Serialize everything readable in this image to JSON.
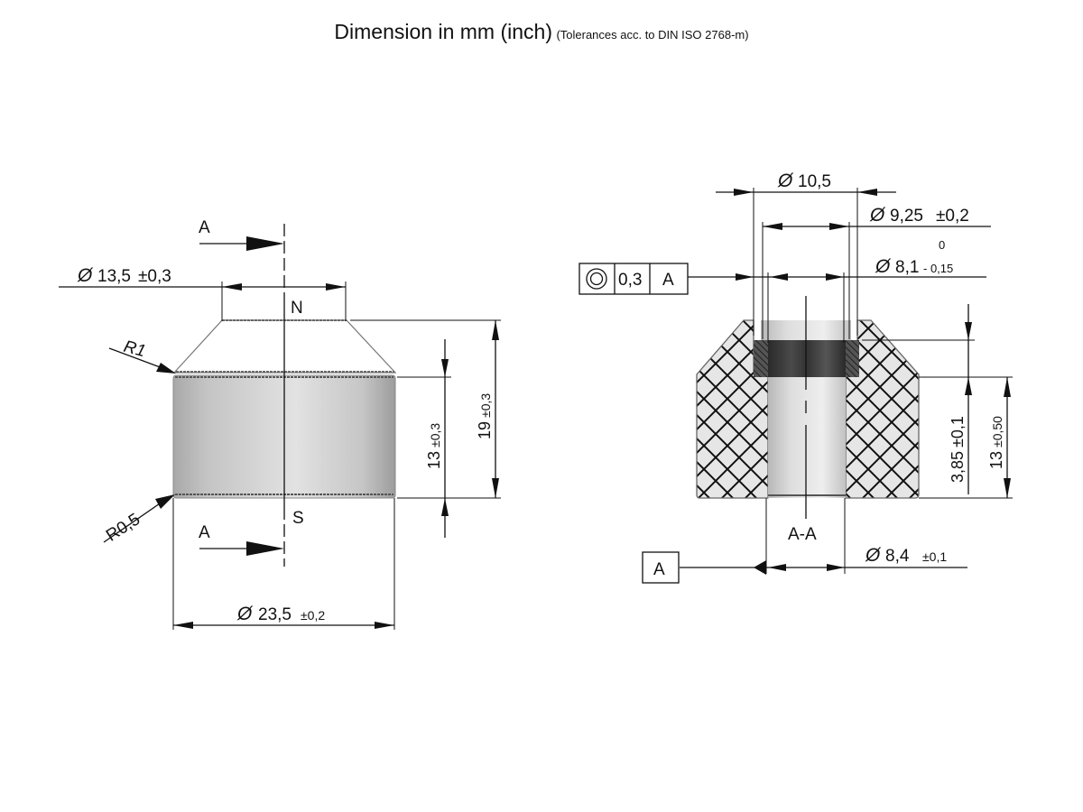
{
  "title": {
    "main": "Dimension in mm (inch)",
    "sub": "(Tolerances acc. to DIN ISO 2768-m)"
  },
  "side_view": {
    "section_marker_top": "A",
    "section_marker_bottom": "A",
    "pole_north": "N",
    "pole_south": "S",
    "top_diameter": {
      "symbol": "Ø",
      "value": "13,5",
      "tol": "±0,3"
    },
    "radius_top": "R1",
    "radius_bottom": "R0,5",
    "body_height": {
      "value": "13",
      "tol": "±0,3"
    },
    "total_height": {
      "value": "19",
      "tol": "±0,3"
    },
    "outer_diameter": {
      "symbol": "Ø",
      "value": "23,5",
      "tol": "±0,2"
    }
  },
  "section_view": {
    "label": "A-A",
    "diameter_top": {
      "symbol": "Ø",
      "value": "10,5"
    },
    "diameter_ring": {
      "symbol": "Ø",
      "value": "9,25",
      "tol": "±0,2"
    },
    "diameter_bore": {
      "symbol": "Ø",
      "value": "8,1",
      "tol_upper": "0",
      "tol_lower": "- 0,15"
    },
    "diameter_bottom": {
      "symbol": "Ø",
      "value": "8,4",
      "tol": "±0,1"
    },
    "ring_depth": {
      "value": "3,85",
      "tol": "±0,1"
    },
    "body_height": {
      "value": "13",
      "tol": "±0,50"
    },
    "concentricity_frame": {
      "symbol": "concentricity",
      "tolerance": "0,3",
      "datum": "A"
    },
    "datum_label": "A"
  }
}
